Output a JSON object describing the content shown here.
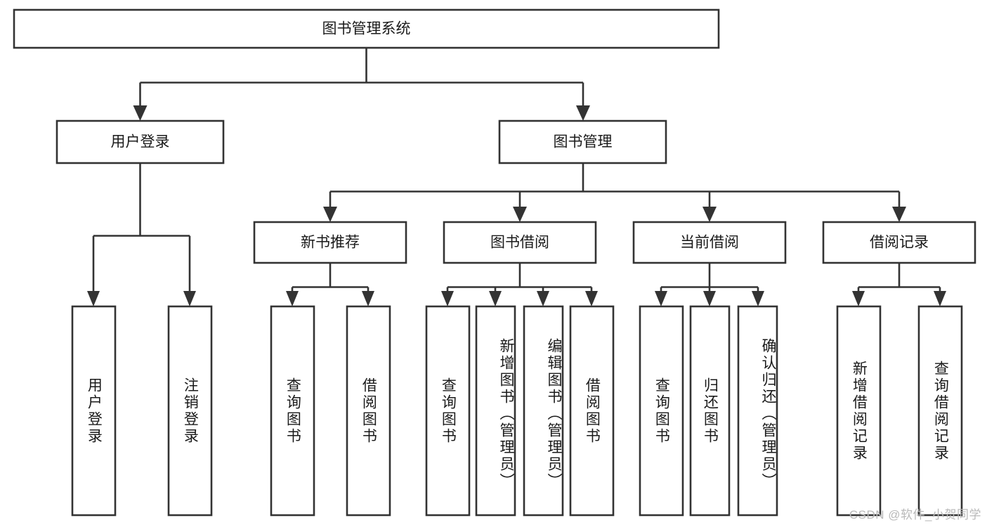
{
  "diagram": {
    "type": "tree-hierarchy-flowchart",
    "orientation": "top-down",
    "root": {
      "id": "root",
      "label": "图书管理系统"
    },
    "level2": [
      {
        "id": "user-login",
        "label": "用户登录"
      },
      {
        "id": "book-management",
        "label": "图书管理"
      }
    ],
    "level3": [
      {
        "id": "new-book-recommend",
        "label": "新书推荐",
        "parent": "book-management"
      },
      {
        "id": "book-borrow",
        "label": "图书借阅",
        "parent": "book-management"
      },
      {
        "id": "current-borrow",
        "label": "当前借阅",
        "parent": "book-management"
      },
      {
        "id": "borrow-record",
        "label": "借阅记录",
        "parent": "book-management"
      }
    ],
    "leaves": [
      {
        "id": "leaf-user-login",
        "label": "用户登录",
        "parent": "user-login"
      },
      {
        "id": "leaf-logout-login",
        "label": "注销登录",
        "parent": "user-login"
      },
      {
        "id": "leaf-query-book-1",
        "label": "查询图书",
        "parent": "new-book-recommend"
      },
      {
        "id": "leaf-borrow-book-1",
        "label": "借阅图书",
        "parent": "new-book-recommend"
      },
      {
        "id": "leaf-query-book-2",
        "label": "查询图书",
        "parent": "book-borrow"
      },
      {
        "id": "leaf-add-book",
        "label": "新增图书（管理员）",
        "parent": "book-borrow"
      },
      {
        "id": "leaf-edit-book",
        "label": "编辑图书（管理员）",
        "parent": "book-borrow"
      },
      {
        "id": "leaf-borrow-book-2",
        "label": "借阅图书",
        "parent": "book-borrow"
      },
      {
        "id": "leaf-query-book-3",
        "label": "查询图书",
        "parent": "current-borrow"
      },
      {
        "id": "leaf-return-book",
        "label": "归还图书",
        "parent": "current-borrow"
      },
      {
        "id": "leaf-confirm-return",
        "label": "确认归还（管理员）",
        "parent": "current-borrow"
      },
      {
        "id": "leaf-add-record",
        "label": "新增借阅记录",
        "parent": "borrow-record"
      },
      {
        "id": "leaf-query-record",
        "label": "查询借阅记录",
        "parent": "borrow-record"
      }
    ]
  },
  "watermark": {
    "text": "CSDN @软件_小贺同学"
  },
  "colors": {
    "stroke": "#333333",
    "box_fill": "#ffffff",
    "text": "#1a1a1a",
    "watermark": "#b9b9b9",
    "background": "#ffffff"
  }
}
